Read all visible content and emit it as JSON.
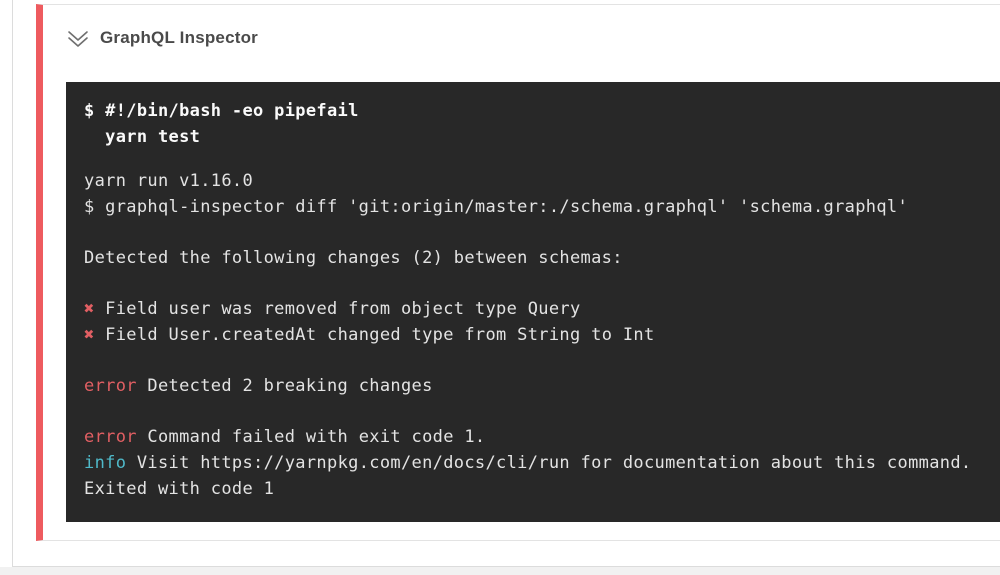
{
  "colors": {
    "accent_red": "#ee5b5f",
    "card_border": "#e3e3e3",
    "panel_border": "#dcdcdc",
    "header_text": "#4a4a4a",
    "icon_gray": "#6f6f6f",
    "terminal_bg": "#282828",
    "terminal_text": "#e3e3e3",
    "terminal_bright": "#fafafa",
    "error_red": "#e15f63",
    "info_cyan": "#4fb9c9",
    "bottom_strip_bg": "#f1f1f1"
  },
  "header": {
    "title": "GraphQL Inspector",
    "collapse_icon": "double-chevron-down-icon"
  },
  "terminal": {
    "blocks": [
      {
        "style": "command",
        "lines": [
          [
            {
              "t": "$ #!/bin/bash -eo pipefail"
            }
          ],
          [
            {
              "t": "  yarn test"
            }
          ]
        ]
      },
      {
        "lines": [
          [
            {
              "t": "yarn run v1.16.0"
            }
          ],
          [
            {
              "t": "$ graphql-inspector diff 'git:origin/master:./schema.graphql' 'schema.graphql'"
            }
          ]
        ]
      },
      {
        "lines": [
          [
            {
              "t": "Detected the following changes (2) between schemas:"
            }
          ]
        ]
      },
      {
        "lines": [
          [
            {
              "t": "✖",
              "c": "red"
            },
            {
              "t": " Field user was removed from object type Query"
            }
          ],
          [
            {
              "t": "✖",
              "c": "red"
            },
            {
              "t": " Field User.createdAt changed type from String to Int"
            }
          ]
        ]
      },
      {
        "lines": [
          [
            {
              "t": "error",
              "c": "red"
            },
            {
              "t": " Detected 2 breaking changes"
            }
          ]
        ]
      },
      {
        "lines": [
          [
            {
              "t": "error",
              "c": "red"
            },
            {
              "t": " Command failed with exit code 1."
            }
          ],
          [
            {
              "t": "info",
              "c": "cyan"
            },
            {
              "t": " Visit https://yarnpkg.com/en/docs/cli/run for documentation about this command."
            }
          ],
          [
            {
              "t": "Exited with code 1"
            }
          ]
        ]
      }
    ]
  }
}
